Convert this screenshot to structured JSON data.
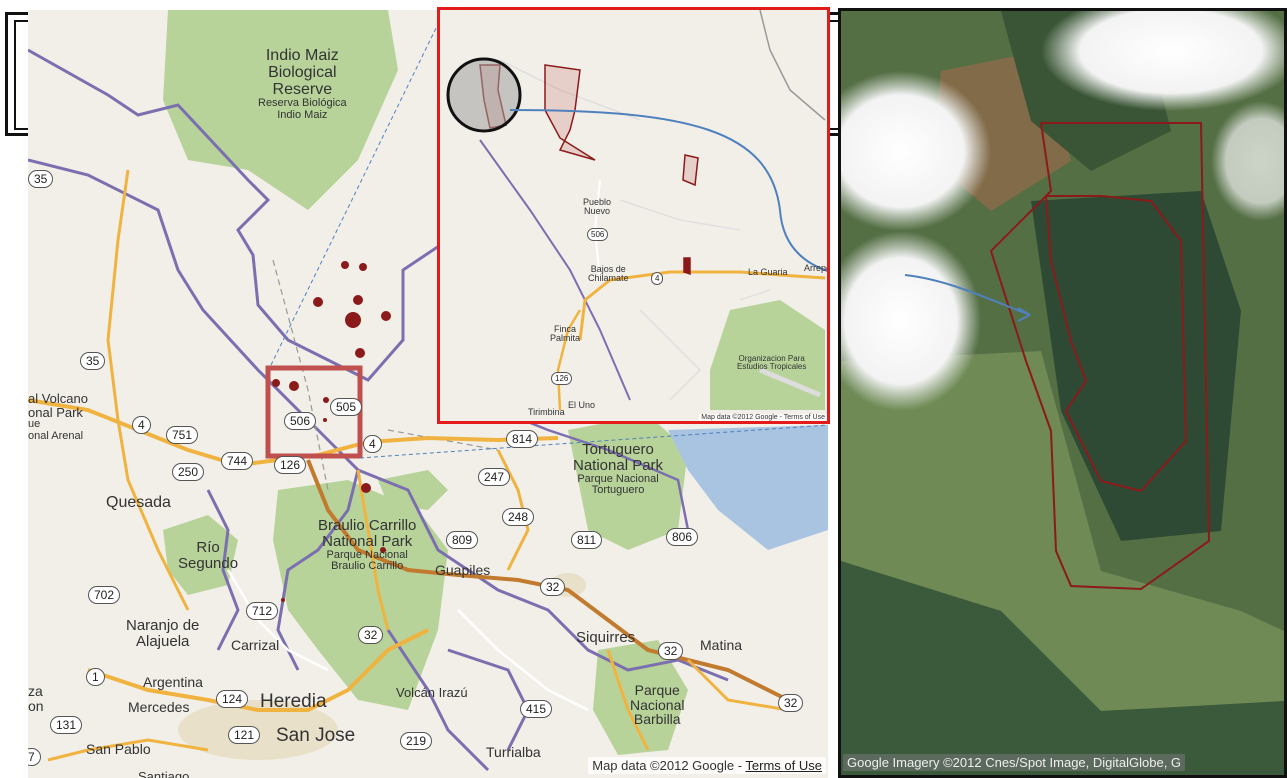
{
  "left_map": {
    "attribution": "Map data ©2012 Google",
    "attribution_sep": " - ",
    "terms_link": "Terms of Use",
    "places": [
      {
        "name": "Indio Maiz",
        "cls": "big"
      },
      {
        "name": "Biological",
        "cls": "big"
      },
      {
        "name": "Reserve",
        "cls": "big"
      },
      {
        "name": "Reserva Biológica",
        "cls": "small"
      },
      {
        "name": "Indio Maiz",
        "cls": "small"
      },
      {
        "name": "Quesada",
        "cls": "big"
      },
      {
        "name": "Río",
        "cls": "big"
      },
      {
        "name": "Segundo",
        "cls": "big"
      },
      {
        "name": "Braulio Carrillo",
        "cls": "big"
      },
      {
        "name": "National Park",
        "cls": "big"
      },
      {
        "name": "Parque Nacional",
        "cls": "small"
      },
      {
        "name": "Braulio Carrillo",
        "cls": "small"
      },
      {
        "name": "Tortuguero",
        "cls": "big"
      },
      {
        "name": "National Park",
        "cls": "big"
      },
      {
        "name": "Parque Nacional",
        "cls": "small"
      },
      {
        "name": "Tortuguero",
        "cls": "small"
      },
      {
        "name": "Guapiles",
        "cls": "big"
      },
      {
        "name": "Naranjo de",
        "cls": "big"
      },
      {
        "name": "Alajuela",
        "cls": "big"
      },
      {
        "name": "Carrizal",
        "cls": "big"
      },
      {
        "name": "Argentina",
        "cls": "big"
      },
      {
        "name": "Mercedes",
        "cls": "big"
      },
      {
        "name": "Heredia",
        "cls": "xl"
      },
      {
        "name": "San Jose",
        "cls": "xl"
      },
      {
        "name": "San Pablo",
        "cls": "big"
      },
      {
        "name": "Volcán Irazú",
        "cls": "big"
      },
      {
        "name": "Siquirres",
        "cls": "big"
      },
      {
        "name": "Matina",
        "cls": "big"
      },
      {
        "name": "Parque",
        "cls": "big"
      },
      {
        "name": "Nacional",
        "cls": "big"
      },
      {
        "name": "Barbilla",
        "cls": "big"
      },
      {
        "name": "Turrialba",
        "cls": "big"
      },
      {
        "name": "al Volcano",
        "cls": "big"
      },
      {
        "name": "onal Park",
        "cls": "big"
      },
      {
        "name": "ue",
        "cls": "small"
      },
      {
        "name": "onal Arenal",
        "cls": "small"
      },
      {
        "name": "za",
        "cls": "big"
      },
      {
        "name": "on",
        "cls": "big"
      },
      {
        "name": "Santiago",
        "cls": "big"
      }
    ],
    "shields": [
      "35",
      "35",
      "4",
      "751",
      "250",
      "744",
      "506",
      "505",
      "4",
      "126",
      "814",
      "247",
      "248",
      "809",
      "811",
      "806",
      "702",
      "712",
      "32",
      "32",
      "32",
      "1",
      "124",
      "121",
      "131",
      "219",
      "415",
      "32",
      "7"
    ]
  },
  "inset_map": {
    "attribution": "Map data ©2012 Google - Terms of Use",
    "places": [
      {
        "name": "Pueblo"
      },
      {
        "name": "Nuevo"
      },
      {
        "name": "Bajos de"
      },
      {
        "name": "Chilamate"
      },
      {
        "name": "La Guaria"
      },
      {
        "name": "Arrepen"
      },
      {
        "name": "Finca"
      },
      {
        "name": "Palmita"
      },
      {
        "name": "Organizacion Para"
      },
      {
        "name": "Estudios Tropicales"
      },
      {
        "name": "Tirimbina"
      },
      {
        "name": "El Uno"
      }
    ],
    "shields": [
      "506",
      "4",
      "126"
    ]
  },
  "satellite": {
    "attribution": "Google Imagery ©2012 Cnes/Spot Image, DigitalGlobe, G"
  },
  "colors": {
    "highlight_box": "#c0504d",
    "inset_border": "#e31b1b",
    "arrow": "#4f81bd",
    "forest_green": "#b7d39a",
    "water": "#a8c4e0",
    "road": "#f0b340",
    "parcel": "#8b1a1a"
  }
}
